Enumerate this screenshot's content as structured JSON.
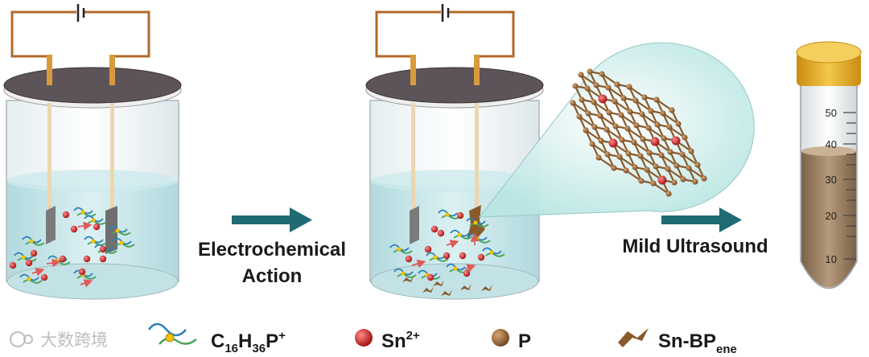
{
  "steps": {
    "step1_label_line1": "Electrochemical",
    "step1_label_line2": "Action",
    "step2_label": "Mild Ultrasound"
  },
  "tube": {
    "ticks": [
      "50",
      "40",
      "30",
      "20",
      "10"
    ]
  },
  "legend": {
    "surfactant_main": "C",
    "surfactant_sub1": "16",
    "surfactant_h": "H",
    "surfactant_sub2": "36",
    "surfactant_p": "P",
    "surfactant_sup": "+",
    "tin_main": "Sn",
    "tin_sup": "2+",
    "phosphorus": "P",
    "product_main": "Sn-BP",
    "product_sub": "ene"
  },
  "watermark": "大数跨境",
  "colors": {
    "lid": "#5c5458",
    "water": "#bfe3e6",
    "arrow": "#1f6b74",
    "wire": "#b06a2a",
    "tin_ion": "#cc1f1f",
    "phosphorus_atom": "#8a5a2b",
    "tube_cap": "#e0a81c"
  }
}
